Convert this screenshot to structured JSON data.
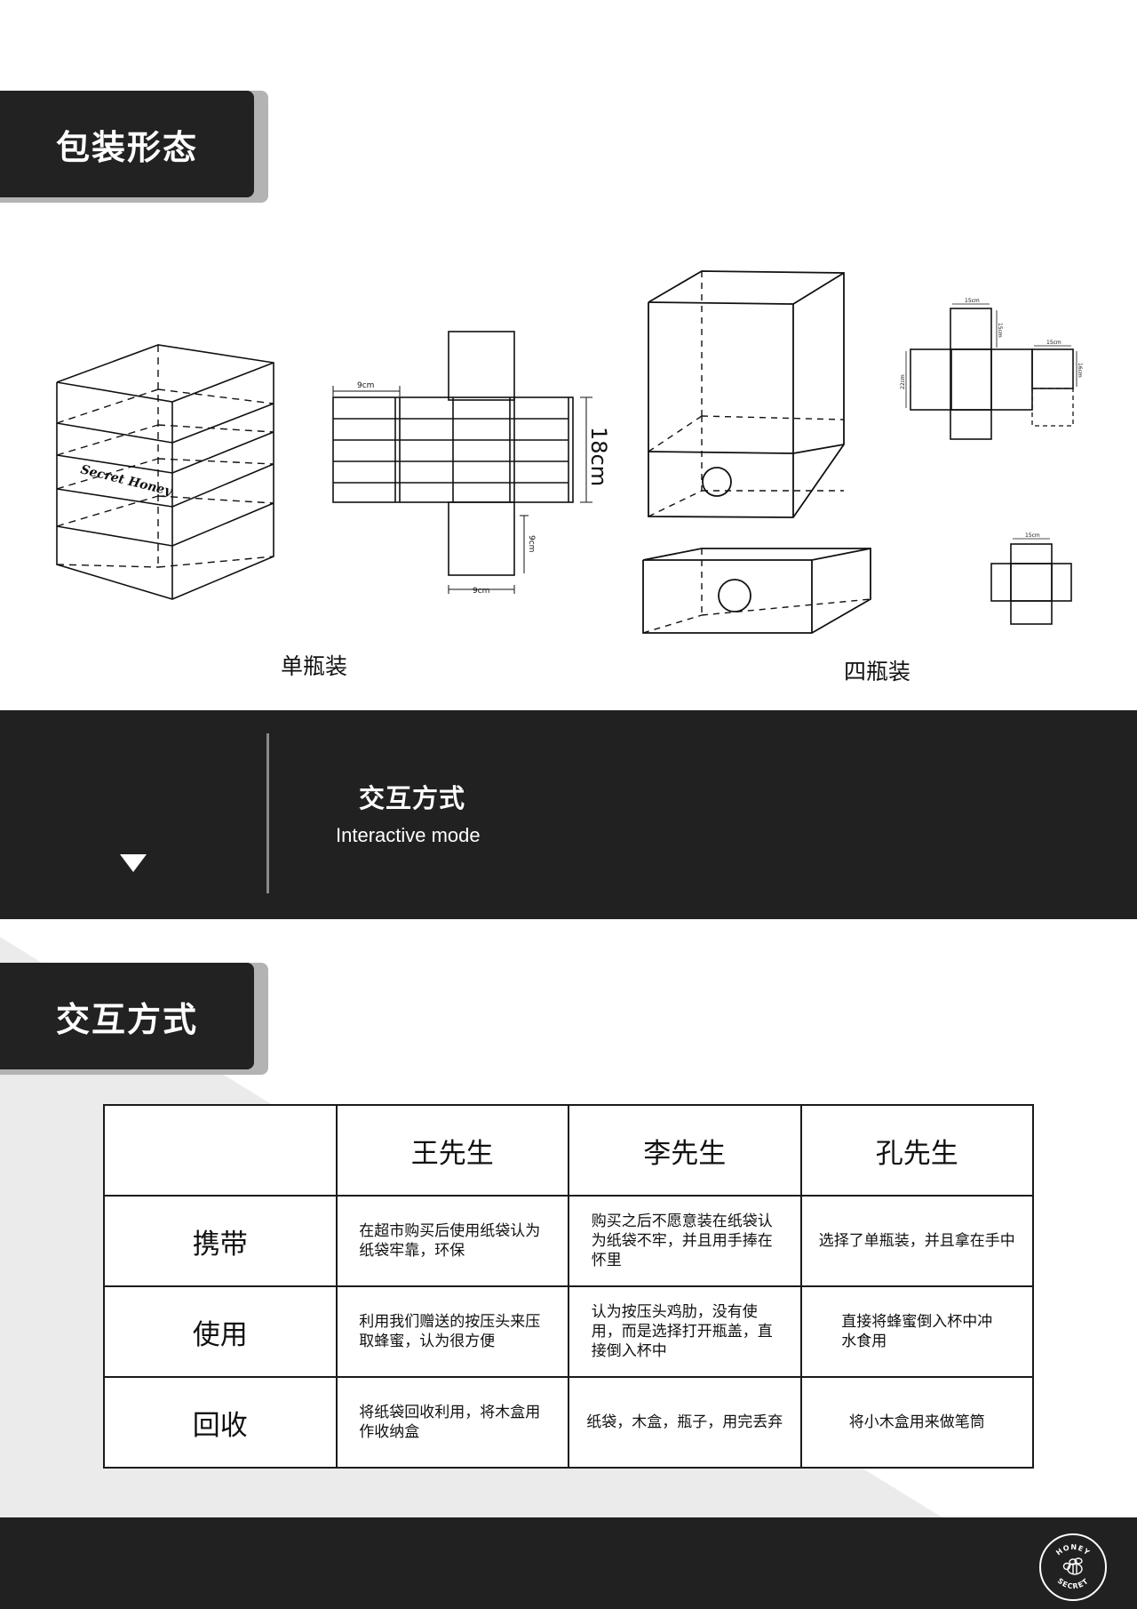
{
  "packaging": {
    "section_title": "包装形态",
    "brand_script": "Secret Honey",
    "single": {
      "caption": "单瓶装",
      "dims": {
        "w": "9cm",
        "h": "18cm",
        "flap": "9cm",
        "bottom": "9cm"
      }
    },
    "four": {
      "caption": "四瓶装",
      "dims": {
        "top": "15cm",
        "side": "15cm",
        "right": "15cm",
        "tall": "16cm",
        "height": "22cm",
        "small_top": "15cm"
      }
    }
  },
  "interaction_band": {
    "title": "交互方式",
    "subtitle": "Interactive mode"
  },
  "interaction": {
    "section_title": "交互方式",
    "table": {
      "headers": [
        "",
        "王先生",
        "李先生",
        "孔先生"
      ],
      "rows": [
        {
          "label": "携带",
          "cells": [
            "在超市购买后使用纸袋认为纸袋牢靠，环保",
            "购买之后不愿意装在纸袋认为纸袋不牢，并且用手捧在怀里",
            "选择了单瓶装，并且拿在手中"
          ]
        },
        {
          "label": "使用",
          "cells": [
            "利用我们赠送的按压头来压取蜂蜜，认为很方便",
            "认为按压头鸡肋，没有使用，而是选择打开瓶盖，直接倒入杯中",
            "直接将蜂蜜倒入杯中冲水食用"
          ]
        },
        {
          "label": "回收",
          "cells": [
            "将纸袋回收利用，将木盒用作收纳盒",
            "纸袋，木盒，瓶子，用完丢弃",
            "将小木盒用来做笔筒"
          ]
        }
      ]
    }
  },
  "footer": {
    "logo_top": "HONEY",
    "logo_bottom": "SECRET"
  },
  "colors": {
    "dark": "#212121",
    "light_gray": "#ebebeb",
    "tab_shadow": "#b3b3b3"
  }
}
